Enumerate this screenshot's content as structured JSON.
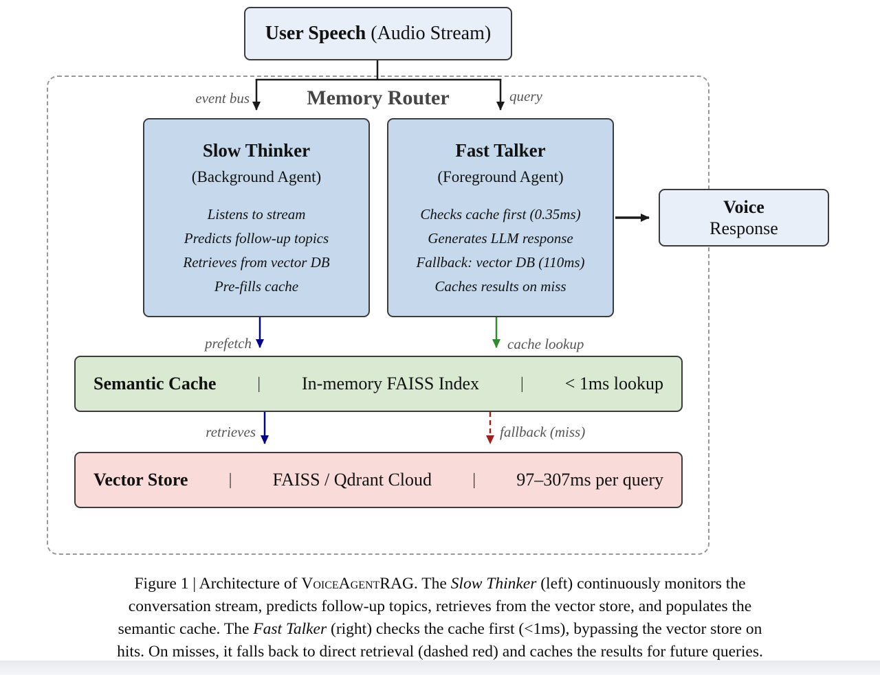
{
  "diagram": {
    "user_speech": {
      "title": "User Speech",
      "subtitle": " (Audio Stream)"
    },
    "memory_router_label": "Memory Router",
    "edges": {
      "event_bus": "event bus",
      "query": "query",
      "prefetch": "prefetch",
      "cache_lookup": "cache lookup",
      "retrieves": "retrieves",
      "fallback_miss": "fallback (miss)"
    },
    "slow_thinker": {
      "title": "Slow Thinker",
      "subtitle": "(Background Agent)",
      "items": [
        "Listens to stream",
        "Predicts follow-up topics",
        "Retrieves from vector DB",
        "Pre-fills cache"
      ]
    },
    "fast_talker": {
      "title": "Fast Talker",
      "subtitle": "(Foreground Agent)",
      "items": [
        "Checks cache first (0.35ms)",
        "Generates LLM response",
        "Fallback: vector DB (110ms)",
        "Caches results on miss"
      ]
    },
    "voice_response": {
      "line1": "Voice",
      "line2": "Response"
    },
    "semantic_cache": {
      "title": "Semantic Cache",
      "sep": "|",
      "middle": "In-memory FAISS Index",
      "right": "< 1ms lookup"
    },
    "vector_store": {
      "title": "Vector Store",
      "sep": "|",
      "middle": "FAISS / Qdrant Cloud",
      "right": "97–307ms per query"
    }
  },
  "colors": {
    "node_agent_fill": "#c6d9ec",
    "node_io_fill": "#e9eff8",
    "cache_fill": "#d9e9d2",
    "store_fill": "#f9dcda",
    "edge_black": "#1a1a1a",
    "edge_blue": "#00008b",
    "edge_green": "#2e8b2e",
    "edge_red": "#9e2121",
    "dashed_border": "#979797",
    "label_gray": "#555555"
  },
  "caption": {
    "lines": [
      {
        "runs": [
          {
            "t": "Figure 1 | Architecture of "
          },
          {
            "t": "VoiceAgentRAG",
            "s": "smallcaps"
          },
          {
            "t": ". The "
          },
          {
            "t": "Slow Thinker",
            "s": "italic"
          },
          {
            "t": " (left) continuously monitors the"
          }
        ]
      },
      {
        "runs": [
          {
            "t": "conversation stream, predicts follow-up topics, retrieves from the vector store, and populates the"
          }
        ]
      },
      {
        "runs": [
          {
            "t": "semantic cache. The "
          },
          {
            "t": "Fast Talker",
            "s": "italic"
          },
          {
            "t": " (right) checks the cache first (<1ms), bypassing the vector store on"
          }
        ]
      },
      {
        "runs": [
          {
            "t": "hits. On misses, it falls back to direct retrieval (dashed red) and caches the results for future queries."
          }
        ]
      }
    ]
  }
}
